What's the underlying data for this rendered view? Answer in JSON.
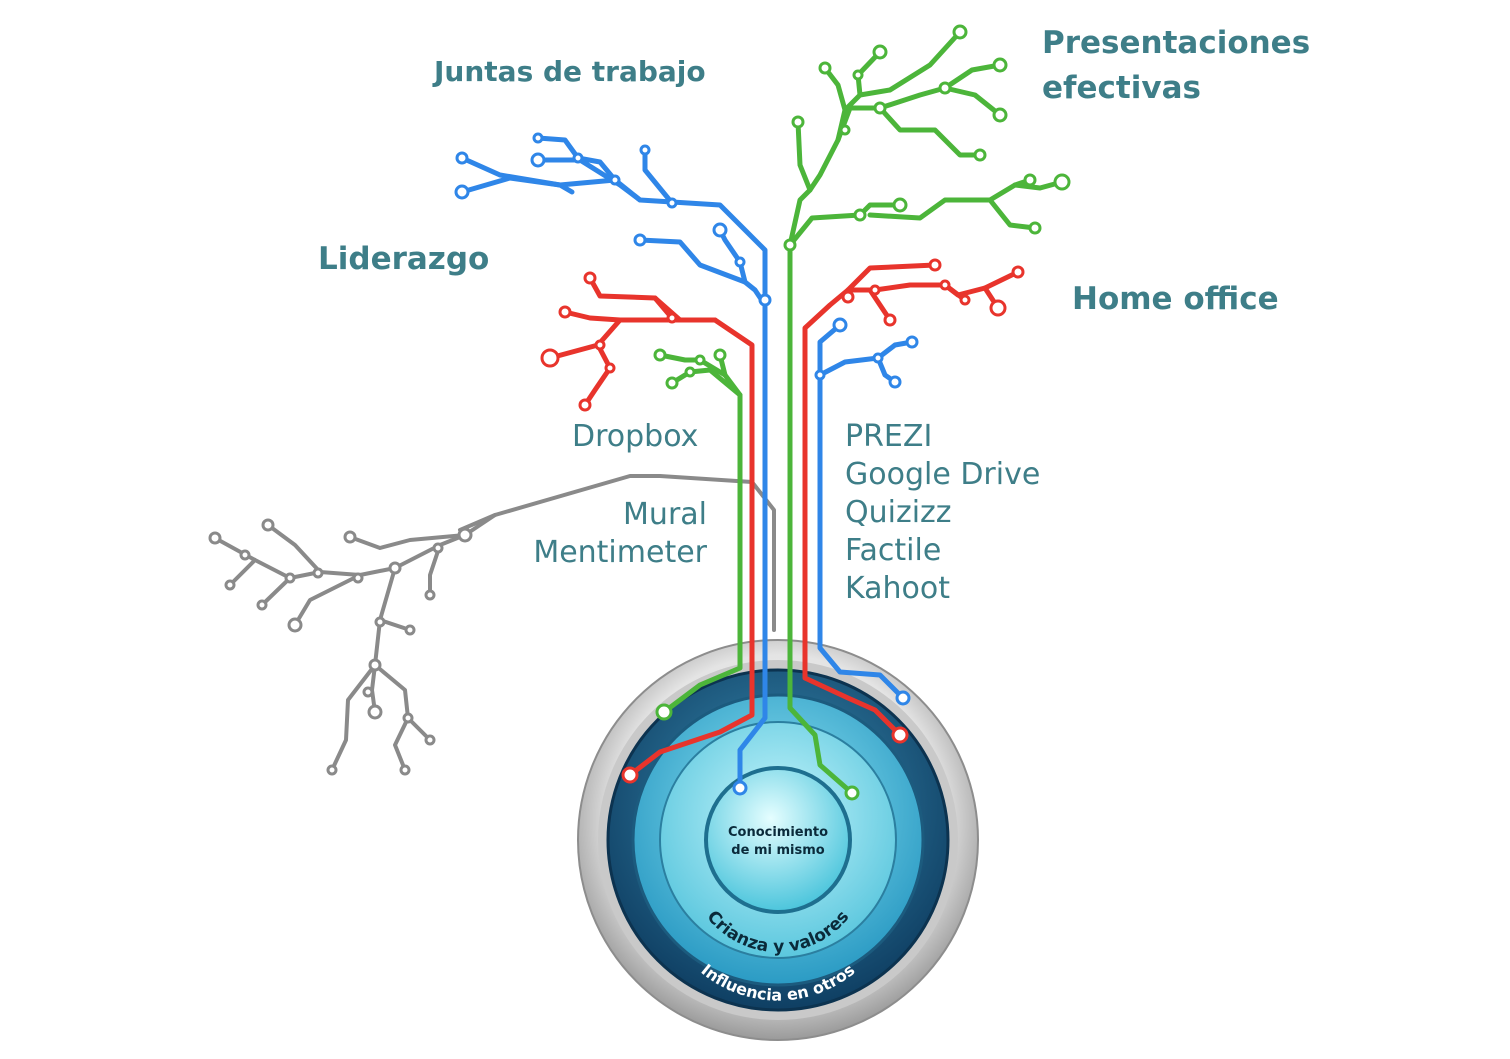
{
  "labels": {
    "juntas": "Juntas de trabajo",
    "presentaciones_line1": "Presentaciones",
    "presentaciones_line2": "efectivas",
    "liderazgo": "Liderazgo",
    "home_office": "Home office"
  },
  "tools_left": {
    "dropbox": "Dropbox",
    "mural": "Mural",
    "mentimeter": "Mentimeter"
  },
  "tools_right": [
    "PREZI",
    "Google Drive",
    "Quizizz",
    "Factile",
    "Kahoot"
  ],
  "rings": {
    "inner_line1": "Conocimiento",
    "inner_line2": "de mi mismo",
    "middle": "Crianza y valores",
    "outer": "Influencia en otros"
  },
  "colors": {
    "blue": "#2f86e8",
    "green": "#4cb53a",
    "red": "#e8342c",
    "gray": "#8a8a8a",
    "label_teal": "#3e7e88"
  }
}
